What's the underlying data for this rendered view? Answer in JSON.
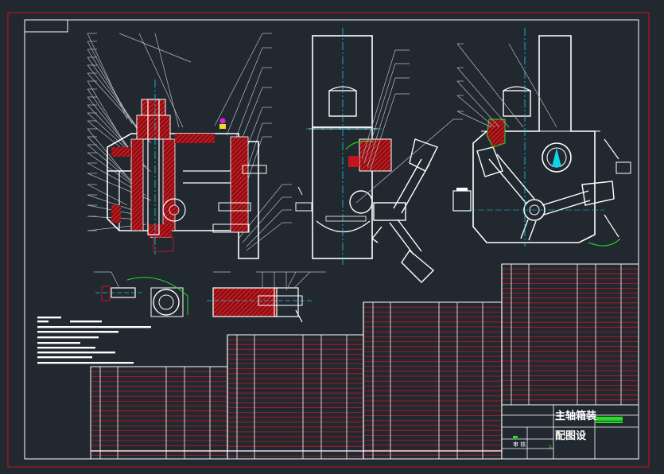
{
  "drawing": {
    "title_line1": "主轴箱装",
    "title_line2": "配图设",
    "title_block_small_label": "审 核",
    "sheet_mark": "S"
  },
  "colors": {
    "background": "#212830",
    "border_red": "#c8161d",
    "line_white": "#ffffff",
    "hatch_red": "#c0161c",
    "center_cyan": "#12d4e8",
    "leader_gray": "#b8bcc4",
    "accent_green": "#22e022",
    "accent_magenta": "#e020e0"
  }
}
